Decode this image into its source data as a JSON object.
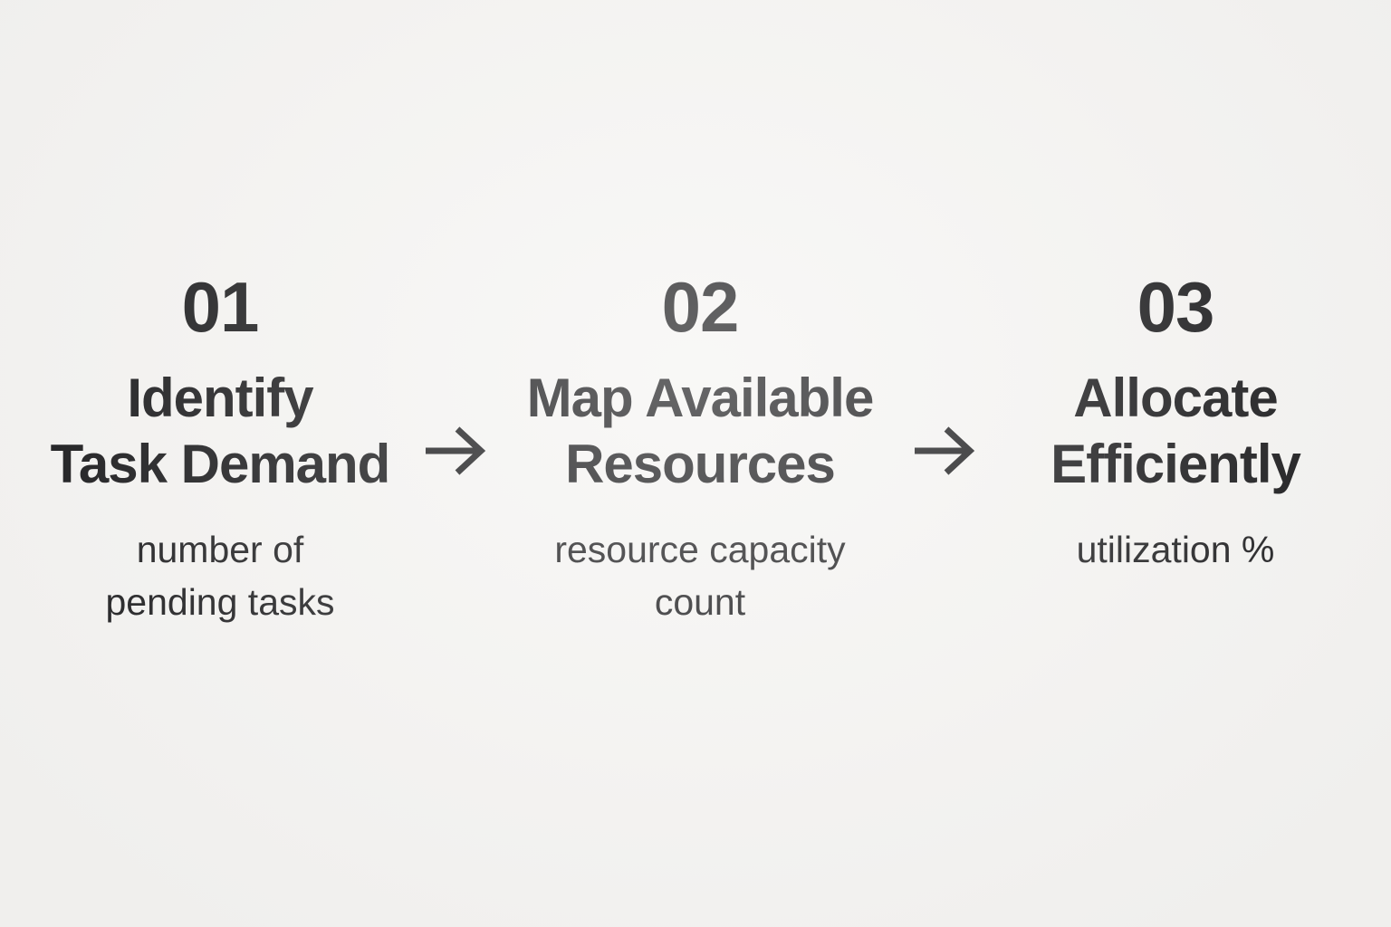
{
  "diagram": {
    "type": "process-flow",
    "direction": "left-to-right",
    "steps": [
      {
        "number": "01",
        "title_lines": [
          "Identify",
          "Task Demand"
        ],
        "subtitle_lines": [
          "number of",
          "pending tasks"
        ]
      },
      {
        "number": "02",
        "title_lines": [
          "Map Available",
          "Resources"
        ],
        "subtitle_lines": [
          "resource capacity",
          "count"
        ]
      },
      {
        "number": "03",
        "title_lines": [
          "Allocate",
          "Efficiently"
        ],
        "subtitle_lines": [
          "utilization %"
        ]
      }
    ],
    "connector": "right-arrow"
  },
  "colors": {
    "background": "#f5f4f2",
    "text": "#161618"
  }
}
